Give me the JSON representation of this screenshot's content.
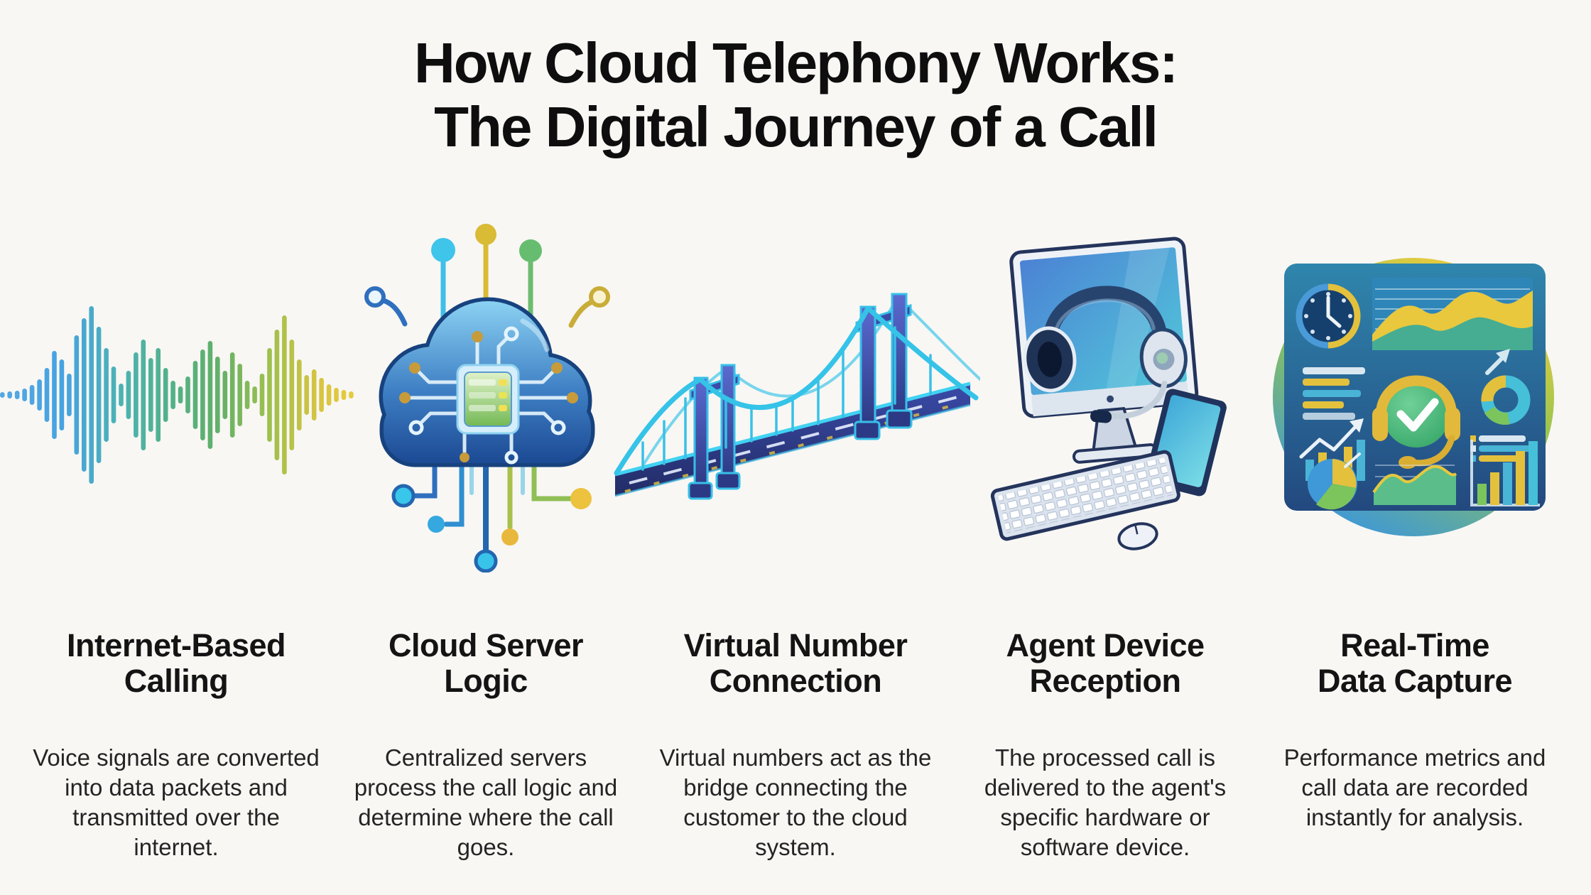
{
  "page": {
    "title_line1": "How Cloud Telephony Works:",
    "title_line2": "The Digital Journey of a Call"
  },
  "palette": {
    "background": "#f8f7f4",
    "title_text": "#0e0e0e",
    "body_text": "#242424",
    "blue": "#4a9fd9",
    "teal": "#4db6a3",
    "green": "#67b36b",
    "yellow_green": "#9fc04e",
    "yellow": "#e5c544",
    "cyan": "#38bde8",
    "navy": "#2c3f7c"
  },
  "steps": [
    {
      "id": "internet-based-calling",
      "icon": "audio-waveform-icon",
      "heading_line1": "Internet-Based",
      "heading_line2": "Calling",
      "description": "Voice signals are converted into data packets and transmitted over the internet."
    },
    {
      "id": "cloud-server-logic",
      "icon": "cloud-circuit-icon",
      "heading_line1": "Cloud Server",
      "heading_line2": "Logic",
      "description": "Centralized servers process the call logic and determine where the call goes."
    },
    {
      "id": "virtual-number-connection",
      "icon": "suspension-bridge-icon",
      "heading_line1": "Virtual Number",
      "heading_line2": "Connection",
      "description": "Virtual numbers act as the bridge connecting the customer to the cloud system."
    },
    {
      "id": "agent-device-reception",
      "icon": "agent-workstation-icon",
      "heading_line1": "Agent Device",
      "heading_line2": "Reception",
      "description": "The processed call is delivered to the agent's specific hardware or software device."
    },
    {
      "id": "real-time-data-capture",
      "icon": "analytics-dashboard-icon",
      "heading_line1": "Real-Time",
      "heading_line2": "Data Capture",
      "description": "Performance metrics and call data are recorded instantly for analysis."
    }
  ]
}
